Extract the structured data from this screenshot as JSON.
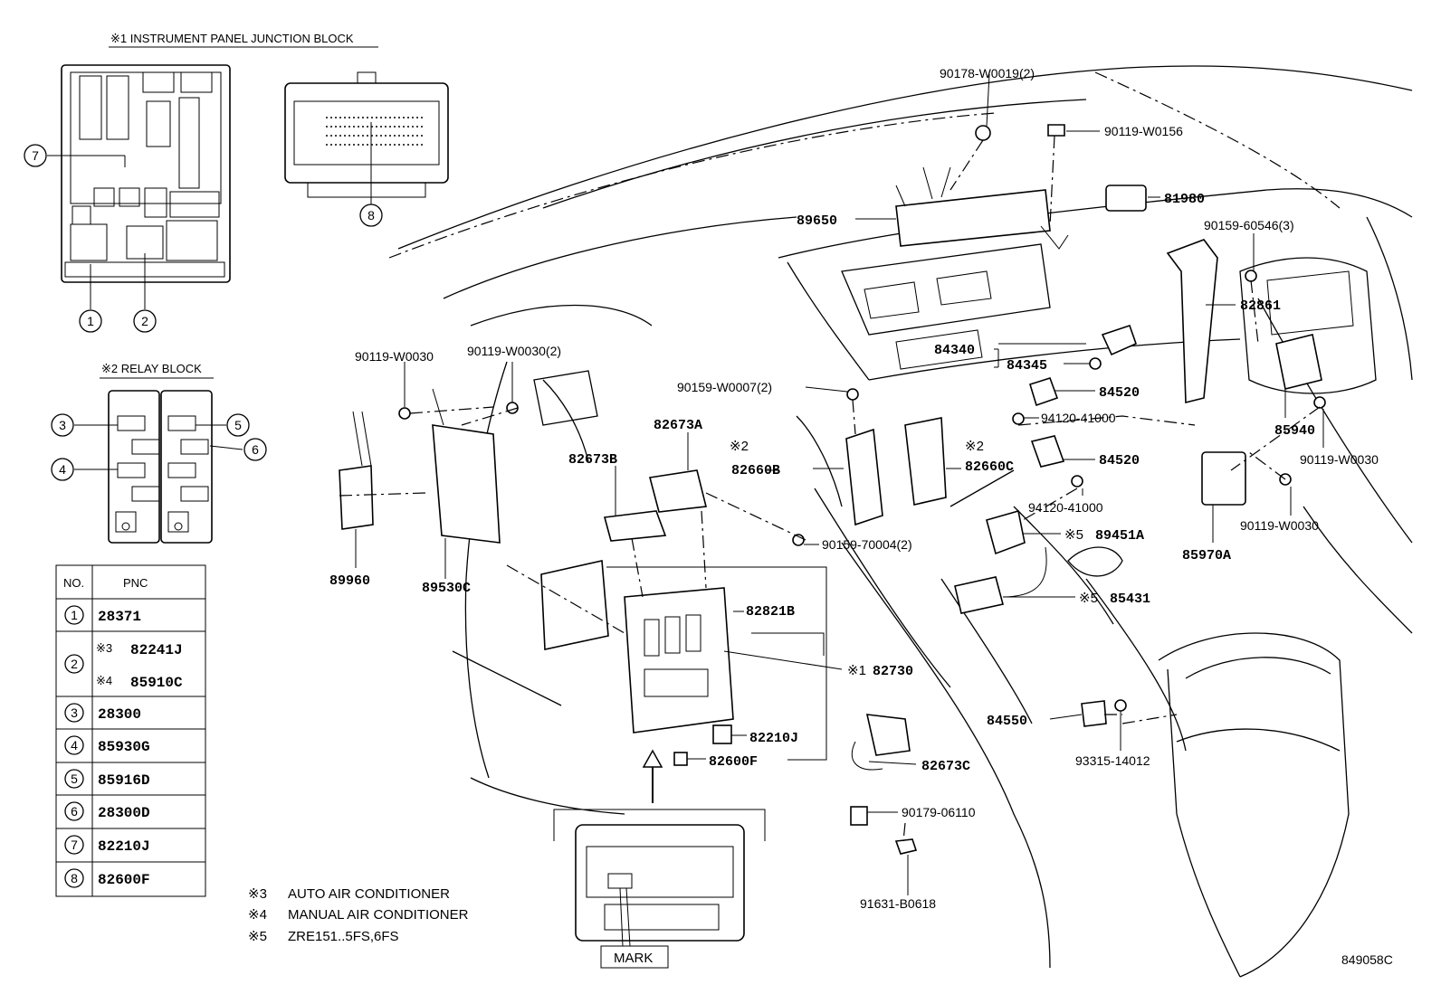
{
  "insets": {
    "junction_block_title": "※1 INSTRUMENT PANEL JUNCTION BLOCK",
    "relay_block_title": "※2 RELAY BLOCK",
    "mark_label": "MARK"
  },
  "callout_numbers": [
    "1",
    "2",
    "3",
    "4",
    "5",
    "6",
    "7",
    "8"
  ],
  "table": {
    "headers": {
      "no": "NO.",
      "pnc": "PNC"
    },
    "rows": [
      {
        "no": "1",
        "pnc": "28371"
      },
      {
        "no": "2",
        "sub": [
          {
            "tag": "※3",
            "pnc": "82241J"
          },
          {
            "tag": "※4",
            "pnc": "85910C"
          }
        ]
      },
      {
        "no": "3",
        "pnc": "28300"
      },
      {
        "no": "4",
        "pnc": "85930G"
      },
      {
        "no": "5",
        "pnc": "85916D"
      },
      {
        "no": "6",
        "pnc": "28300D"
      },
      {
        "no": "7",
        "pnc": "82210J"
      },
      {
        "no": "8",
        "pnc": "82600F"
      }
    ]
  },
  "notes": [
    {
      "tag": "※3",
      "text": "AUTO AIR CONDITIONER"
    },
    {
      "tag": "※4",
      "text": "MANUAL AIR CONDITIONER"
    },
    {
      "tag": "※5",
      "text": "ZRE151..5FS,6FS"
    }
  ],
  "labels": {
    "p90178": "90178-W0019(2)",
    "p90119_w0156": "90119-W0156",
    "p81980": "81980",
    "p89650": "89650",
    "p90159_60546": "90159-60546(3)",
    "p82861": "82861",
    "p84340": "84340",
    "p84345": "84345",
    "p84520a": "84520",
    "p94120a": "94120-41000",
    "p85940": "85940",
    "p90119_w0030_r1": "90119-W0030",
    "p84520b": "84520",
    "p94120b": "94120-41000",
    "p90119_w0030_r2": "90119-W0030",
    "p85970a": "85970A",
    "p89451a_tag": "※5",
    "p89451a": "89451A",
    "p85431_tag": "※5",
    "p85431": "85431",
    "p90119_w0030_l1": "90119-W0030",
    "p90119_w0030_2": "90119-W0030(2)",
    "p90159_w0007": "90159-W0007(2)",
    "p82673a": "82673A",
    "p82673b": "82673B",
    "p82660b_tag": "※2",
    "p82660b": "82660B",
    "p82660c_tag": "※2",
    "p82660c": "82660C",
    "p90159_70004": "90159-70004(2)",
    "p89960": "89960",
    "p89530c": "89530C",
    "p82821b": "82821B",
    "p82730_tag": "※1",
    "p82730": "82730",
    "p84550": "84550",
    "p93315": "93315-14012",
    "p82210j": "82210J",
    "p82673c": "82673C",
    "p82600f": "82600F",
    "p90179": "90179-06110",
    "p91631": "91631-B0618",
    "ref_code": "849058C"
  }
}
